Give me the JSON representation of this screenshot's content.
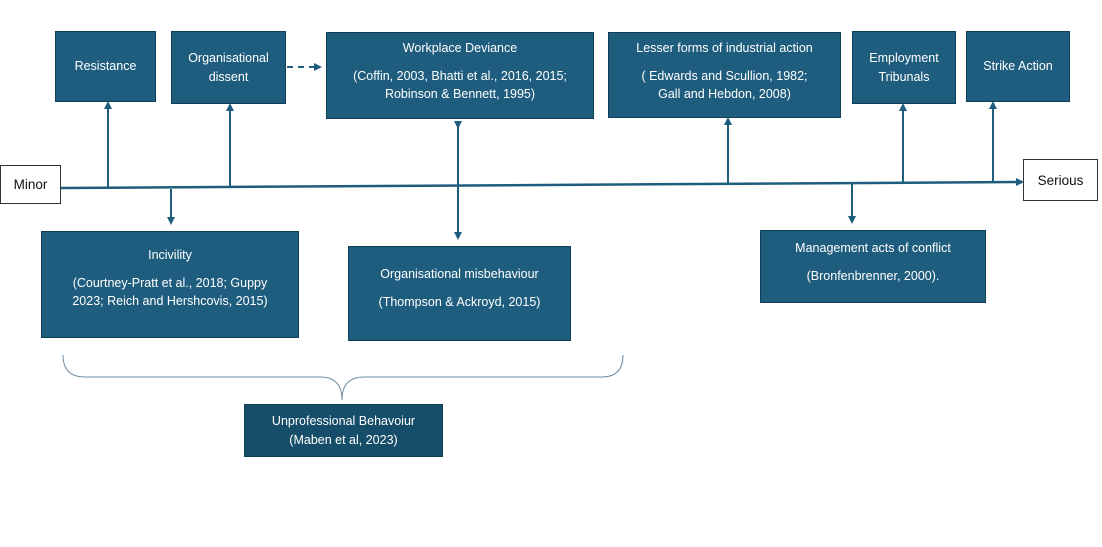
{
  "axis": {
    "minor": "Minor",
    "serious": "Serious"
  },
  "boxes": {
    "resistance": "Resistance",
    "dissent_line1": "Organisational",
    "dissent_line2": "dissent",
    "deviance_title": "Workplace Deviance",
    "deviance_ref1": "(Coffin, 2003, Bhatti et al., 2016, 2015;",
    "deviance_ref2": "Robinson & Bennett, 1995)",
    "industrial_title": "Lesser forms of industrial action",
    "industrial_ref1": "( Edwards and Scullion, 1982;",
    "industrial_ref2": "Gall and Hebdon, 2008)",
    "tribunals_line1": "Employment",
    "tribunals_line2": "Tribunals",
    "strike": "Strike Action",
    "incivility_title": "Incivility",
    "incivility_ref1": "(Courtney-Pratt et al., 2018; Guppy",
    "incivility_ref2": "2023; Reich and Hershcovis, 2015)",
    "misbehaviour_title": "Organisational misbehaviour",
    "misbehaviour_ref": "(Thompson & Ackroyd, 2015)",
    "management_title": "Management acts of conflict",
    "management_ref": "(Bronfenbrenner, 2000).",
    "unprofessional_title": "Unprofessional Behavoiur",
    "unprofessional_ref": "(Maben et al, 2023)"
  },
  "colors": {
    "box_fill": "#1f5d7e",
    "line": "#1f5d7e",
    "dark_box": "#164d68"
  }
}
